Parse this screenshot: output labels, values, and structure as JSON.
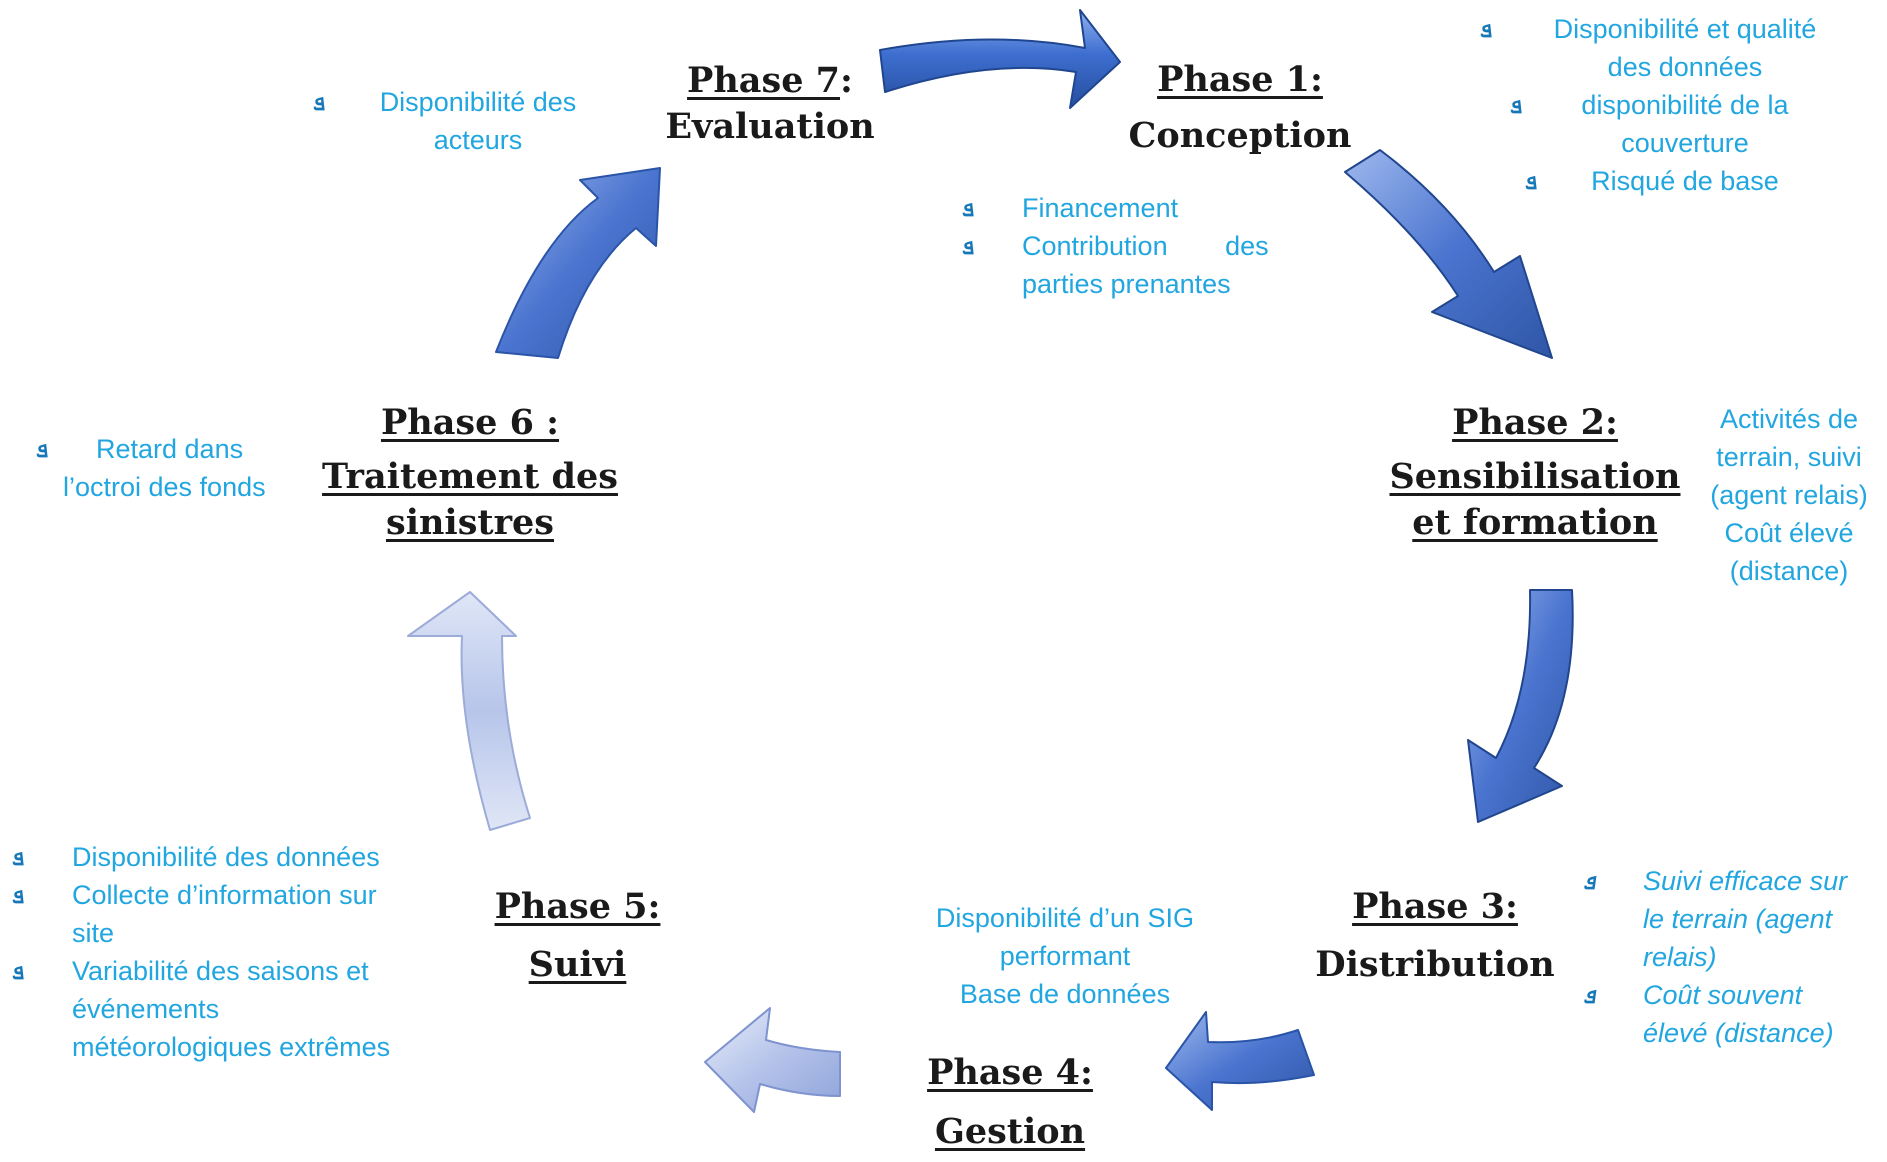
{
  "phases": {
    "p1": {
      "title": "Phase 1:",
      "name": [
        "Conception"
      ]
    },
    "p2": {
      "title": "Phase 2:",
      "name": [
        "Sensibilisation",
        "et formation"
      ]
    },
    "p3": {
      "title": "Phase 3:",
      "name": [
        "Distribution"
      ]
    },
    "p4": {
      "title": "Phase 4:",
      "name": [
        "Gestion"
      ]
    },
    "p5": {
      "title": "Phase 5:",
      "name": [
        "Suivi"
      ]
    },
    "p6": {
      "title": "Phase 6 :",
      "name": [
        "Traitement des",
        "sinistres"
      ]
    },
    "p7": {
      "title": "Phase 7",
      "title_suffix": ":",
      "name": [
        "Evaluation"
      ]
    }
  },
  "notes": {
    "p1_top": [
      [
        "Disponibilité et qualité",
        "des données"
      ],
      [
        "disponibilité de la",
        "couverture"
      ],
      [
        "Risqué de base"
      ]
    ],
    "p1_bottom": [
      [
        "Financement"
      ],
      [
        "Contribution des",
        "parties prenantes"
      ]
    ],
    "p2": [
      "Activités de",
      "terrain, suivi",
      "(agent relais)",
      "Coût élevé",
      "(distance)"
    ],
    "p3": [
      [
        "Suivi efficace sur",
        "le terrain (agent",
        "relais)"
      ],
      [
        "Coût souvent",
        "élevé (distance)"
      ]
    ],
    "p4": [
      "Disponibilité d’un SIG",
      "performant",
      "Base de données"
    ],
    "p5": [
      [
        "Disponibilité des données"
      ],
      [
        "Collecte d’information sur",
        "site"
      ],
      [
        "Variabilité des saisons et",
        "événements",
        "météorologiques extrêmes"
      ]
    ],
    "p6": [
      [
        "Retard dans",
        "l’octroi des fonds"
      ]
    ],
    "p7": [
      [
        "Disponibilité des",
        "acteurs"
      ]
    ]
  },
  "bullet_icon": "blue-bullet-icon",
  "colors": {
    "note_text": "#21a6e0",
    "bullet": "#1678b8",
    "arrow_dark": "#2f5fb8",
    "arrow_light": "#c3cdea"
  }
}
